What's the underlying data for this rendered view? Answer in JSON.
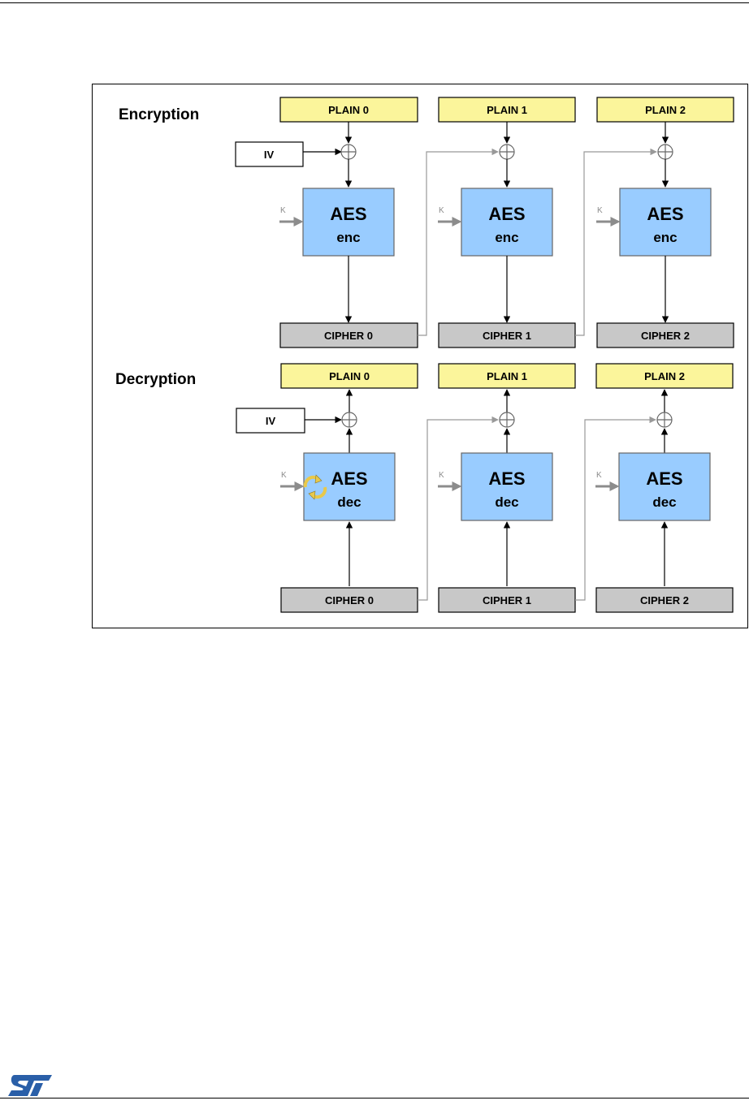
{
  "figure": {
    "encryption": {
      "title": "Encryption",
      "iv_label": "IV",
      "key_label": "K",
      "stages": [
        {
          "plain": "PLAIN 0",
          "block_title": "AES",
          "block_mode": "enc",
          "cipher": "CIPHER 0"
        },
        {
          "plain": "PLAIN 1",
          "block_title": "AES",
          "block_mode": "enc",
          "cipher": "CIPHER 1"
        },
        {
          "plain": "PLAIN 2",
          "block_title": "AES",
          "block_mode": "enc",
          "cipher": "CIPHER 2"
        }
      ]
    },
    "decryption": {
      "title": "Decryption",
      "iv_label": "IV",
      "key_label": "K",
      "stages": [
        {
          "plain": "PLAIN 0",
          "block_title": "AES",
          "block_mode": "dec",
          "cipher": "CIPHER 0"
        },
        {
          "plain": "PLAIN 1",
          "block_title": "AES",
          "block_mode": "dec",
          "cipher": "CIPHER 1"
        },
        {
          "plain": "PLAIN 2",
          "block_title": "AES",
          "block_mode": "dec",
          "cipher": "CIPHER 2"
        }
      ]
    },
    "colors": {
      "plain_fill": "#fbf59b",
      "aes_fill": "#99ccff",
      "cipher_fill": "#c8c8c8",
      "chain_line": "#999999",
      "key_arrow": "#8c8c8c"
    },
    "icons": [
      "xor-icon",
      "key-schedule-swap-icon"
    ]
  },
  "footer": {
    "logo": "ST"
  }
}
